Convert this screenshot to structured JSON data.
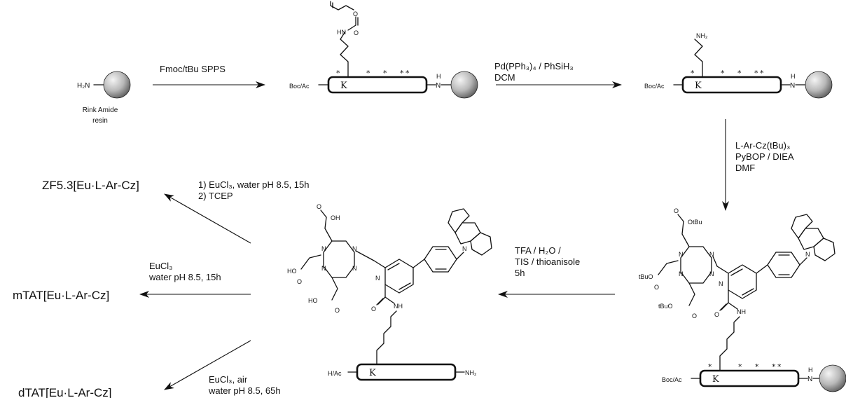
{
  "colors": {
    "ink": "#111111",
    "bead_light": "#f4f4f4",
    "bead_dark": "#5a5a5a"
  },
  "resin": {
    "nh2": "H₂N",
    "caption_line1": "Rink Amide",
    "caption_line2": "resin"
  },
  "step1": {
    "line1": "Fmoc/tBu SPPS"
  },
  "peptide": {
    "lys": "K",
    "cap_protected": "Boc/Ac",
    "cap_final": "H/Ac",
    "nh": "N",
    "h": "H",
    "nh2": "NH₂",
    "star": "*"
  },
  "alloc": {
    "o": "O",
    "hn": "HN"
  },
  "step2": {
    "line1": "Pd(PPh₃)₄ / PhSiH₃",
    "line2": "DCM"
  },
  "amine": {
    "nh2": "NH₂"
  },
  "step3": {
    "line1": "L-Ar-Cz(tBu)₃",
    "line2": "PyBOP / DIEA",
    "line3": "DMF"
  },
  "step4": {
    "line1": "TFA / H₂O /",
    "line2": "TIS / thioanisole",
    "line3": "5h"
  },
  "ligand": {
    "n": "N",
    "o": "O",
    "oh": "OH",
    "ho": "HO",
    "nh": "NH",
    "otbu": "OtBu",
    "tbuo": "tBuO"
  },
  "products": [
    {
      "name": "ZF5.3[Eu·L-Ar-Cz]",
      "cond1": "1) EuCl₃, water pH 8.5, 15h",
      "cond2": "2) TCEP"
    },
    {
      "name": "mTAT[Eu·L-Ar-Cz]",
      "cond1": "EuCl₃",
      "cond2": "water pH 8.5, 15h"
    },
    {
      "name": "dTAT[Eu·L-Ar-Cz]",
      "cond1": "EuCl₃, air",
      "cond2": "water pH 8.5, 65h"
    }
  ]
}
